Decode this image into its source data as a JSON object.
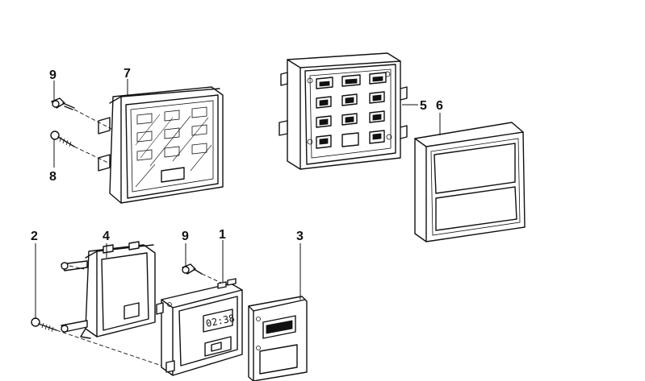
{
  "callouts": {
    "c1": "1",
    "c2": "2",
    "c3": "3",
    "c4": "4",
    "c5": "5",
    "c6": "6",
    "c7": "7",
    "c8": "8",
    "c9a": "9",
    "c9b": "9"
  },
  "display": {
    "readout": "02:38"
  }
}
